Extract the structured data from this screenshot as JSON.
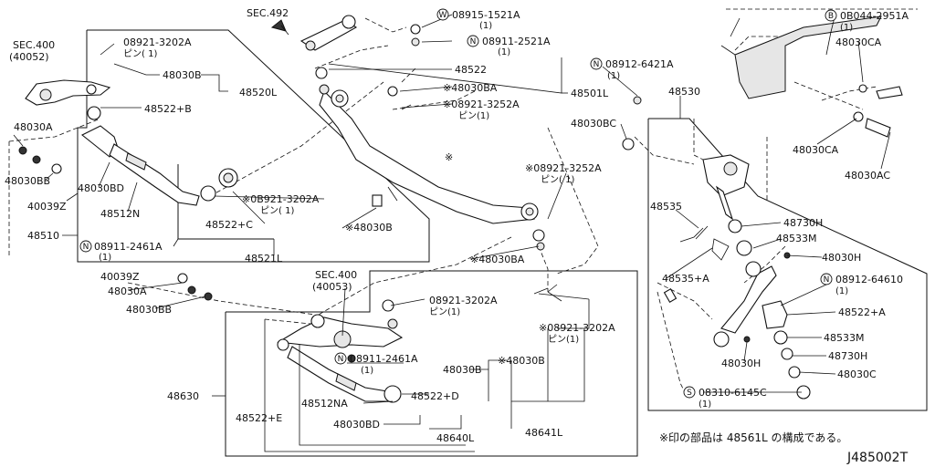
{
  "diagram_id": "J485002T",
  "footnote": "※印の部品は 48561L の構成である。",
  "arrow_label": "SEC.492",
  "labels": {
    "sec400_a": "SEC.400",
    "sec400_a_sub": "(40052)",
    "sec400_b": "SEC.400",
    "sec400_b_sub": "(40053)",
    "p_08921_3202A_a": "08921-3202A",
    "p_08921_3202A_a_sub": "ピン( 1)",
    "p_48030B_a": "48030B",
    "p_48520L": "48520L",
    "p_48522B": "48522+B",
    "p_48030A_a": "48030A",
    "p_48030BB_a": "48030BB",
    "p_40039Z_a": "40039Z",
    "p_48030BD_a": "48030BD",
    "p_48512N": "48512N",
    "p_48510": "48510",
    "p_08911_2461A_a": "08911-2461A",
    "p_08911_2461A_a_sub": "(1)",
    "p_48521L": "48521L",
    "p_48522C": "48522+C",
    "p_0B921_3202A": "※0B921-3202A",
    "p_0B921_3202A_sub": "ピン( 1)",
    "p_48030B_star": "※48030B",
    "p_08915_1521A": "08915-1521A",
    "p_08915_1521A_sub": "(1)",
    "p_08911_2521A": "08911-2521A",
    "p_08911_2521A_sub": "(1)",
    "p_48522": "48522",
    "p_48030BA_star_a": "※48030BA",
    "p_08921_3252A_a": "※08921-3252A",
    "p_08921_3252A_a_sub": "ピン(1)",
    "p_48501L": "48501L",
    "p_08912_6421A": "08912-6421A",
    "p_08912_6421A_sub": "(1)",
    "p_48530": "48530",
    "p_48030BC": "48030BC",
    "p_0B044_2951A": "0B044-2951A",
    "p_0B044_2951A_sub": "(1)",
    "p_48030CA_a": "48030CA",
    "p_48030CA_b": "48030CA",
    "p_48030AC": "48030AC",
    "p_08921_3252A_b": "※08921-3252A",
    "p_08921_3252A_b_sub": "ピン( 1)",
    "p_48535": "48535",
    "p_48730H_a": "48730H",
    "p_48533M_a": "48533M",
    "p_48030H_a": "48030H",
    "p_48030BA_star_b": "※48030BA",
    "p_48535A": "48535+A",
    "p_08912_64610": "08912-64610",
    "p_08912_64610_sub": "(1)",
    "p_48522A": "48522+A",
    "p_48533M_b": "48533M",
    "p_48730H_b": "48730H",
    "p_48030H_b": "48030H",
    "p_48030C": "48030C",
    "p_08310_6145C": "08310-6145C",
    "p_08310_6145C_sub": "(1)",
    "p_40039Z_b": "40039Z",
    "p_48030A_b": "48030A",
    "p_48030BB_b": "48030BB",
    "p_08921_3202A_b": "08921-3202A",
    "p_08921_3202A_b_sub": "ピン(1)",
    "p_08921_3202A_c": "※08921-3202A",
    "p_08921_3202A_c_sub": "ピン(1)",
    "p_48630": "48630",
    "p_08911_2461A_b": "08911-2461A",
    "p_08911_2461A_b_sub": "(1)",
    "p_48030B_b": "48030B",
    "p_48030B_star_b": "※48030B",
    "p_48512NA": "48512NA",
    "p_48522D": "48522+D",
    "p_48522E": "48522+E",
    "p_48030BD_b": "48030BD",
    "p_48640L": "48640L",
    "p_48641L": "48641L",
    "star_mark": "※"
  },
  "circled": {
    "W": "W",
    "N": "N",
    "B": "B",
    "S": "S"
  }
}
